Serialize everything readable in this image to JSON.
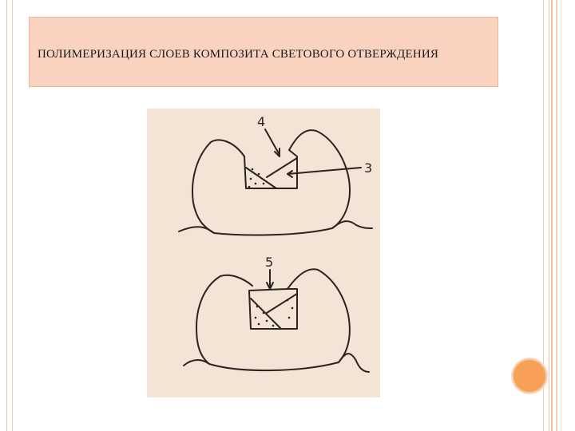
{
  "slide": {
    "title": "ПОЛИМЕРИЗАЦИЯ СЛОЕВ КОМПОЗИТА СВЕТОВОГО ОТВЕРЖДЕНИЯ"
  },
  "figure": {
    "labels": {
      "top_arrow": "4",
      "side_arrow": "3",
      "bottom_arrow": "5"
    }
  },
  "colors": {
    "title_bg": "#f9d2c0",
    "accent_circle": "#f7a056",
    "frame": "#f3c2a8",
    "figure_bg": "#f3e4d5"
  }
}
